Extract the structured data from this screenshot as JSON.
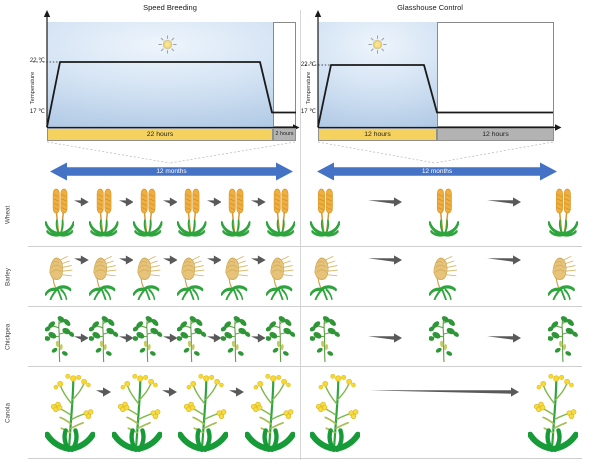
{
  "panels": [
    {
      "id": "speed-breeding",
      "title": "Speed Breeding",
      "y_axis": {
        "label": "Temperature",
        "high_tick": "22 ℃",
        "low_tick": "17 ℃"
      },
      "photoperiod": {
        "light": "22 hours",
        "dark": "2 hours"
      },
      "cycle_duration": "12 months",
      "day_temp_c": 22,
      "night_temp_c": 17
    },
    {
      "id": "glasshouse-control",
      "title": "Glasshouse Control",
      "y_axis": {
        "label": "Temperature",
        "high_tick": "22 ℃",
        "low_tick": "17 ℃"
      },
      "photoperiod": {
        "light": "12 hours",
        "dark": "12 hours"
      },
      "cycle_duration": "12 months",
      "day_temp_c": 22,
      "night_temp_c": 17
    }
  ],
  "crops": [
    {
      "id": "wheat",
      "label": "Wheat",
      "speed_breeding_generations": 6,
      "control_generations": 3
    },
    {
      "id": "barley",
      "label": "Barley",
      "speed_breeding_generations": 6,
      "control_generations": 3
    },
    {
      "id": "chickpea",
      "label": "Chickpea",
      "speed_breeding_generations": 6,
      "control_generations": 3
    },
    {
      "id": "canola",
      "label": "Canola",
      "speed_breeding_generations": 4,
      "control_generations": 2
    }
  ],
  "icons": {
    "sun": "sun-icon",
    "generation_arrow": "generation-arrow-icon",
    "months_arrow": "twelve-months-arrow-icon",
    "wheat": "wheat-plant-icon",
    "barley": "barley-plant-icon",
    "chickpea": "chickpea-plant-icon",
    "canola": "canola-plant-icon"
  },
  "colors": {
    "light_period_bar": "#F5D25E",
    "dark_period_bar": "#B3B3B3",
    "months_arrow": "#4472C4",
    "generation_arrow": "#595959",
    "day_sky_deep": "#A9C4E2",
    "day_sky_light": "#EEF5FC",
    "temperature_line": "#1A1A1A",
    "wheat_gold": "#EFAF3F",
    "barley_tan": "#E6C379",
    "leaf_green": "#2EA43C",
    "canola_flower": "#F7D832"
  }
}
